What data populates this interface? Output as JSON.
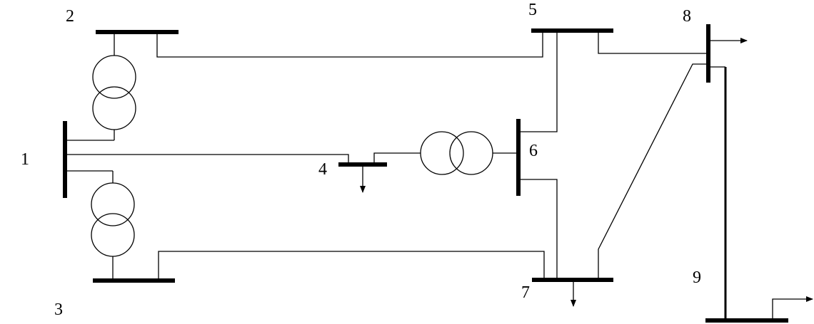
{
  "bus_labels": {
    "bus1": "1",
    "bus2": "2",
    "bus3": "3",
    "bus4": "4",
    "bus5": "5",
    "bus6": "6",
    "bus7": "7",
    "bus8": "8",
    "bus9": "9"
  }
}
